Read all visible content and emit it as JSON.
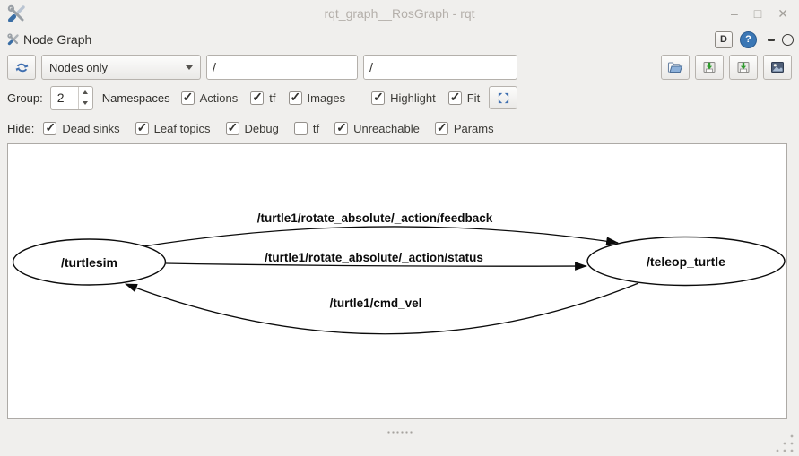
{
  "window": {
    "title": "rqt_graph__RosGraph - rqt",
    "controls": {
      "minimize": "‒",
      "maximize": "□",
      "close": "✕"
    }
  },
  "dock": {
    "title": "Node Graph",
    "d_button": "D",
    "help_button": "?"
  },
  "toolbar": {
    "graph_type_selected": "Nodes only",
    "namespace_filter": "/",
    "topic_filter": "/"
  },
  "options": {
    "group_label": "Group:",
    "group_value": "2",
    "namespaces_label": "Namespaces",
    "actions": {
      "label": "Actions",
      "checked": true
    },
    "tf": {
      "label": "tf",
      "checked": true
    },
    "images": {
      "label": "Images",
      "checked": true
    },
    "highlight": {
      "label": "Highlight",
      "checked": true
    },
    "fit": {
      "label": "Fit",
      "checked": true
    }
  },
  "hide": {
    "label": "Hide:",
    "dead_sinks": {
      "label": "Dead sinks",
      "checked": true
    },
    "leaf_topics": {
      "label": "Leaf topics",
      "checked": true
    },
    "debug": {
      "label": "Debug",
      "checked": true
    },
    "tf": {
      "label": "tf",
      "checked": false
    },
    "unreachable": {
      "label": "Unreachable",
      "checked": true
    },
    "params": {
      "label": "Params",
      "checked": true
    }
  },
  "graph": {
    "nodes": [
      {
        "label": "/turtlesim"
      },
      {
        "label": "/teleop_turtle"
      }
    ],
    "edges": [
      {
        "label": "/turtle1/rotate_absolute/_action/feedback",
        "from": "/turtlesim",
        "to": "/teleop_turtle"
      },
      {
        "label": "/turtle1/rotate_absolute/_action/status",
        "from": "/turtlesim",
        "to": "/teleop_turtle"
      },
      {
        "label": "/turtle1/cmd_vel",
        "from": "/teleop_turtle",
        "to": "/turtlesim"
      }
    ]
  }
}
